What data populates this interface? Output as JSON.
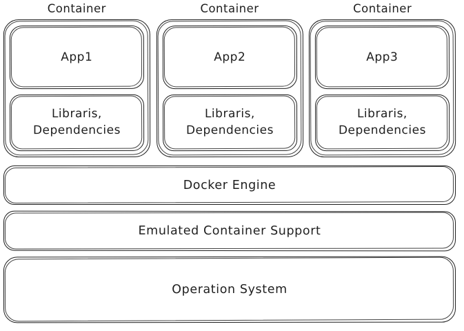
{
  "colors": {
    "stroke": "#1e1e1e",
    "background": "#ffffff"
  },
  "containers": [
    {
      "label": "Container",
      "app_label": "App1",
      "libraries_line1": "Libraris,",
      "libraries_line2": "Dependencies"
    },
    {
      "label": "Container",
      "app_label": "App2",
      "libraries_line1": "Libraris,",
      "libraries_line2": "Dependencies"
    },
    {
      "label": "Container",
      "app_label": "App3",
      "libraries_line1": "Libraris,",
      "libraries_line2": "Dependencies"
    }
  ],
  "layers": [
    {
      "label": "Docker Engine"
    },
    {
      "label": "Emulated Container Support"
    },
    {
      "label": "Operation System"
    }
  ]
}
